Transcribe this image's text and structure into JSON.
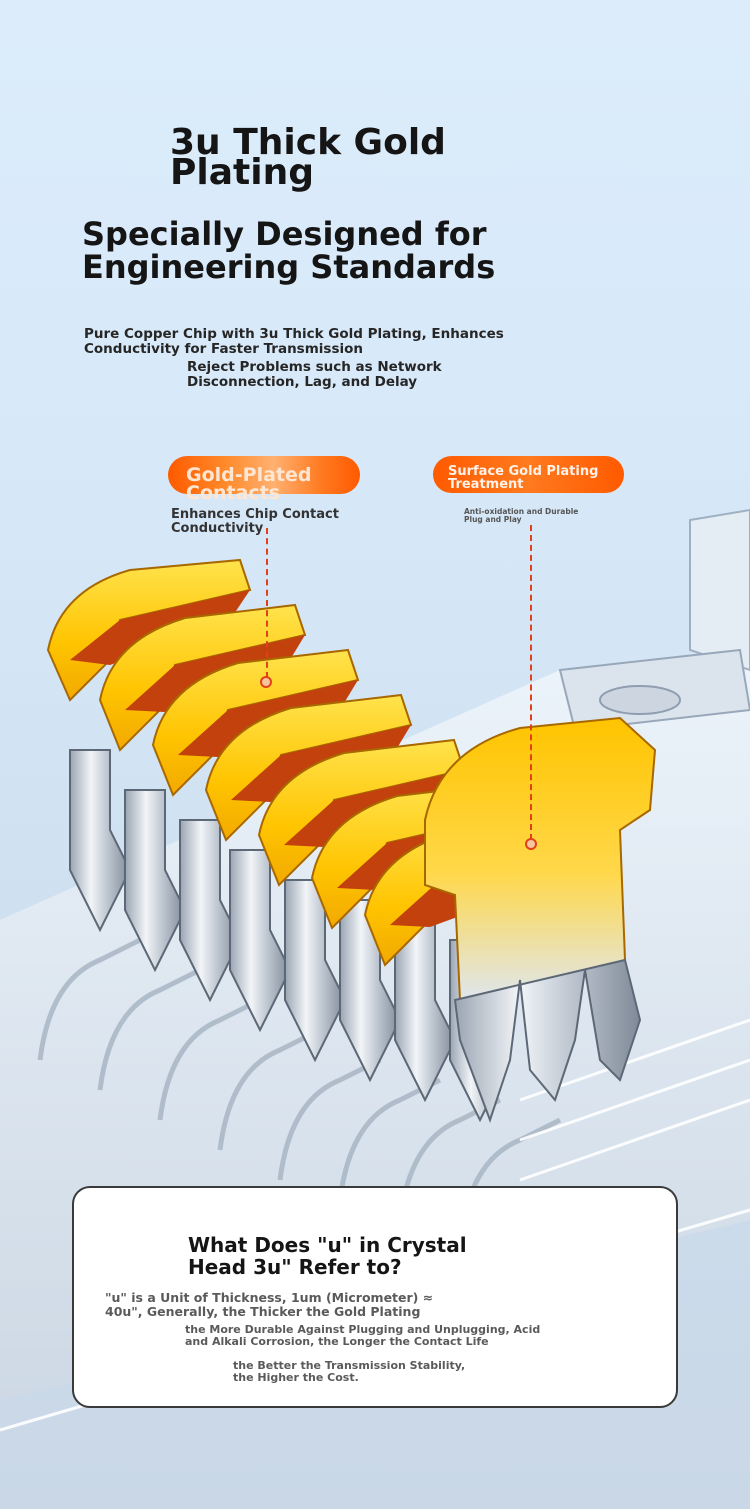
{
  "headline": {
    "line1": "3u Thick Gold\n Plating",
    "line2": "Specially Designed for\n Engineering Standards"
  },
  "subtitle": {
    "line1": "Pure Copper Chip with 3u Thick Gold Plating, Enhances\n Conductivity for Faster Transmission",
    "line2": "Reject Problems such as Network\n Disconnection, Lag, and Delay"
  },
  "callouts": [
    {
      "label": "Gold-Plated\n Contacts",
      "description": "Enhances Chip Contact\n Conductivity"
    },
    {
      "label": "Surface Gold Plating\n Treatment",
      "description": "Anti-oxidation and Durable\n Plug and Play"
    }
  ],
  "info_card": {
    "title": "What Does \"u\" in Crystal\n Head 3u\" Refer to?",
    "paragraph1": "\"u\" is a Unit of Thickness, 1um (Micrometer) ≈\n 40u\", Generally, the Thicker the Gold Plating",
    "paragraph2": "the More Durable Against Plugging and Unplugging, Acid\n and Alkali Corrosion, the Longer the Contact Life",
    "paragraph3": "the Better the Transmission Stability,\n the Higher the Cost."
  },
  "colors": {
    "background": "#dcecfb",
    "accent_orange": "#ff6a10",
    "gold": "#ffc800",
    "copper": "#c2410c",
    "leader_line": "#e2401a"
  },
  "icons": [
    "rj45-connector-illustration"
  ]
}
